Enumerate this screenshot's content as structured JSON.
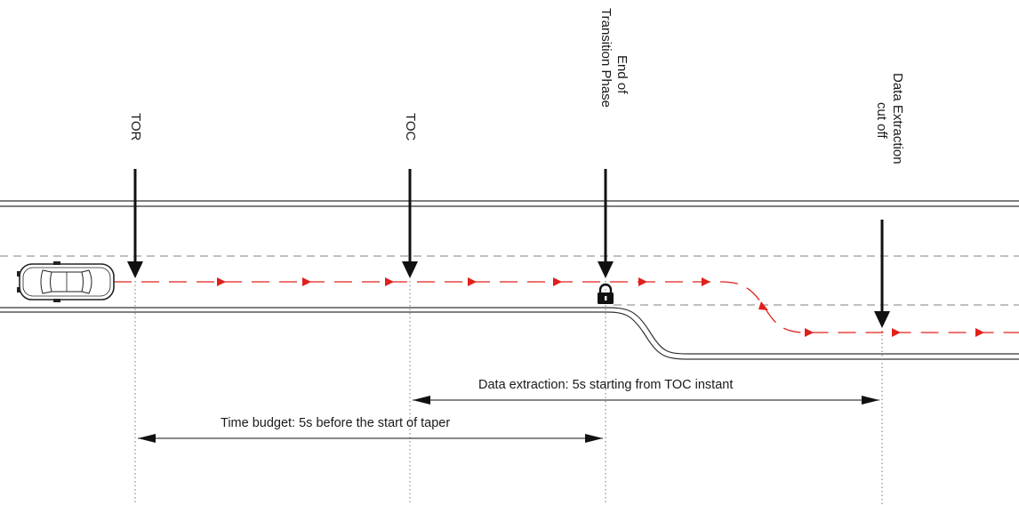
{
  "markers": {
    "tor": "TOR",
    "toc": "TOC",
    "end_transition": [
      "End of",
      "Transition Phase"
    ],
    "data_cutoff": [
      "Data Extraction",
      "cut off"
    ]
  },
  "dimensions": {
    "data_extraction": "Data extraction: 5s starting from TOC instant",
    "time_budget": "Time budget: 5s before the start of taper"
  },
  "colors": {
    "trajectory": "#e0201b",
    "road_edge": "#333333",
    "lane_dash": "#9a9a9a",
    "guide": "#777777"
  },
  "icons": [
    "car-icon",
    "lock-icon"
  ]
}
